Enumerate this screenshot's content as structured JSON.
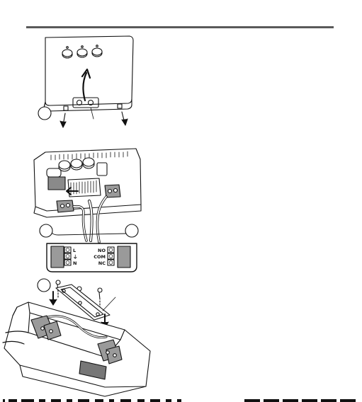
{
  "step_markers": {
    "step_1": "",
    "step_2a": "",
    "step_2b": "",
    "step_3": ""
  },
  "terminal_labels": {
    "left": [
      "L",
      "⏚",
      "N"
    ],
    "right": [
      "NO",
      "COM",
      "NC"
    ]
  },
  "bottom_strip": ""
}
